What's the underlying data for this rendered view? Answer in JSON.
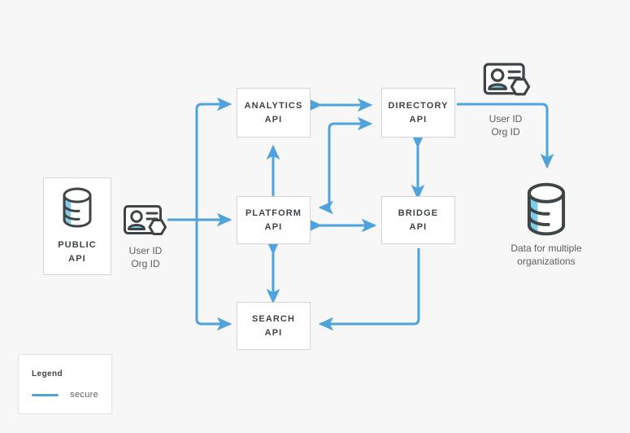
{
  "diagram": {
    "background_color": "#f7f7f7",
    "accent_color": "#4ea3dd",
    "icon_color": "#3f4447",
    "icon_fill_color": "#7dcdea",
    "box_border_color": "#d6d6d6",
    "text_color": "#3f4447"
  },
  "nodes": {
    "public_api": {
      "label": "PUBLIC\nAPI",
      "icon": "database-icon"
    },
    "analytics_api": {
      "label": "ANALYTICS\nAPI"
    },
    "platform_api": {
      "label": "PLATFORM\nAPI"
    },
    "search_api": {
      "label": "SEARCH\nAPI"
    },
    "directory_api": {
      "label": "DIRECTORY\nAPI"
    },
    "bridge_api": {
      "label": "BRIDGE\nAPI"
    },
    "multi_org_database": {
      "icon": "database-icon",
      "caption": "Data for multiple\norganizations"
    }
  },
  "badges": {
    "left_id_badge": {
      "icon": "id-badge-icon",
      "caption": "User ID\nOrg ID"
    },
    "right_id_badge": {
      "icon": "id-badge-icon",
      "caption": "User ID\nOrg ID"
    }
  },
  "legend": {
    "title": "Legend",
    "items": [
      {
        "swatch_color": "#4ea3dd",
        "label": "secure"
      }
    ]
  },
  "connections": [
    {
      "from": "left_id_badge",
      "to": "analytics_api",
      "style": "secure",
      "direction": "one-way"
    },
    {
      "from": "left_id_badge",
      "to": "platform_api",
      "style": "secure",
      "direction": "one-way"
    },
    {
      "from": "left_id_badge",
      "to": "search_api",
      "style": "secure",
      "direction": "one-way"
    },
    {
      "from": "analytics_api",
      "to": "directory_api",
      "style": "secure",
      "direction": "two-way"
    },
    {
      "from": "analytics_api",
      "to": "platform_api",
      "style": "secure",
      "direction": "one-way"
    },
    {
      "from": "platform_api",
      "to": "directory_api",
      "style": "secure",
      "direction": "two-way"
    },
    {
      "from": "platform_api",
      "to": "bridge_api",
      "style": "secure",
      "direction": "two-way"
    },
    {
      "from": "platform_api",
      "to": "search_api",
      "style": "secure",
      "direction": "two-way"
    },
    {
      "from": "directory_api",
      "to": "bridge_api",
      "style": "secure",
      "direction": "two-way"
    },
    {
      "from": "bridge_api",
      "to": "search_api",
      "style": "secure",
      "direction": "one-way"
    },
    {
      "from": "directory_api",
      "to": "multi_org_database",
      "style": "secure",
      "direction": "one-way"
    }
  ]
}
